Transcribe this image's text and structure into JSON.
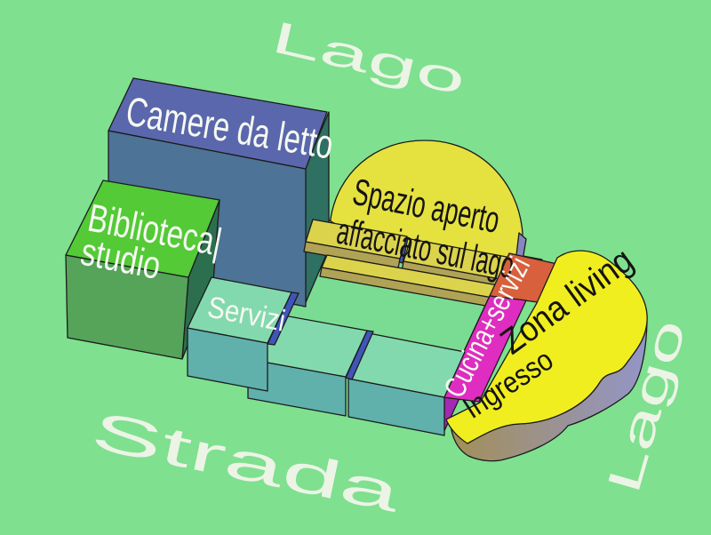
{
  "labels": {
    "lake_top": "Lago",
    "lake_right": "Lago",
    "street": "Strada",
    "bedrooms": "Camere da letto",
    "library_line1": "Biblioteca|",
    "library_line2": "studio",
    "services": "Servizi",
    "open_space_line1": "Spazio aperto",
    "open_space_line2": "affacciato sul lago",
    "kitchen_services": "Cucina+servizi",
    "living": "Zona living",
    "entrance": "Ingresso"
  },
  "colors": {
    "background": "#7fe08f",
    "ground_text": "#ecf4e6",
    "label_text_light": "#f6f9f2",
    "label_text_dark": "#141414",
    "outline": "#1b1b1b",
    "platform": "#7adc92",
    "bedrooms_top": "#5b67ac",
    "bedrooms_front": "#4d7396",
    "bedrooms_side": "#2e7062",
    "library_top": "#53ca36",
    "library_front": "#56a35a",
    "library_side": "#2c6f4f",
    "services_top": "#83d9ae",
    "services_front": "#60b0ac",
    "services_gap": "#4055b8",
    "dome_yellow": "#e5e13f",
    "dome_side": "#8886be",
    "slab_top": "#dcd34d",
    "slab_edge": "#b0a355",
    "orange_block": "#d8603d",
    "kitchen_top": "#de2dc0",
    "kitchen_side": "#a32ab3",
    "living_yellow": "#f1ee20",
    "living_side_tan": "#a38f58",
    "living_side_purple": "#9395c8"
  }
}
